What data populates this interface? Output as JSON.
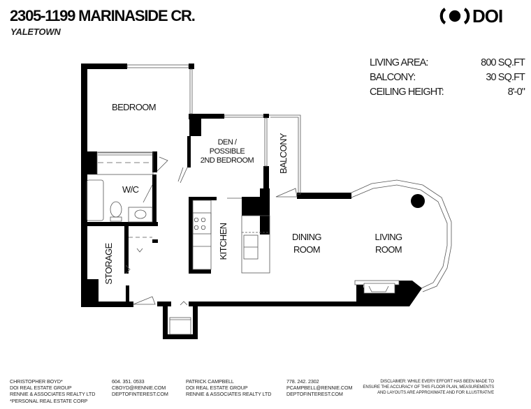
{
  "header": {
    "title": "2305-1199 MARINASIDE CR.",
    "subtitle": "YALETOWN"
  },
  "logo": {
    "icon": "doi-circle-logo-icon",
    "text": "DOI"
  },
  "stats": [
    {
      "label": "LIVING AREA:",
      "value": "800 SQ.FT"
    },
    {
      "label": "BALCONY:",
      "value": "30 SQ.FT"
    },
    {
      "label": "CEILING HEIGHT:",
      "value": "8'-0\""
    }
  ],
  "rooms": {
    "bedroom": "BEDROOM",
    "den": [
      "DEN /",
      "POSSIBLE",
      "2ND BEDROOM"
    ],
    "balcony": "BALCONY",
    "wc": "W/C",
    "storage": "STORAGE",
    "kitchen": "KITCHEN",
    "dining": [
      "DINING",
      "ROOM"
    ],
    "living": [
      "LIVING",
      "ROOM"
    ]
  },
  "footer": {
    "agent1": {
      "name": "CHRISTOPHER BOYD*",
      "group": "DOI REAL ESTATE GROUP",
      "brokerage": "RENNIE & ASSOCIATES REALTY LTD",
      "note": "*PERSONAL REAL ESTATE CORP",
      "phone": "604. 351. 0533",
      "email": "CBOYD@RENNIE.COM",
      "website": "DEPTOFINTEREST.COM"
    },
    "agent2": {
      "name": "PATRICK CAMPBELL",
      "group": "DOI REAL ESTATE GROUP",
      "brokerage": "RENNIE & ASSOCIATES REALTY LTD",
      "phone": "778. 242. 2302",
      "email": "PCAMPBELL@RENNIE.COM",
      "website": "DEPTOFINTEREST.COM"
    },
    "disclaimer": [
      "DISCLAIMER: WHILE EVERY EFFORT HAS BEEN MADE TO",
      "ENSURE THE ACCURACY OF THIS FLOOR PLAN, MEASUREMENTS",
      "AND LAYOUTS ARE APPROXIMATE AND FOR ILLUSTRATIVE"
    ]
  }
}
